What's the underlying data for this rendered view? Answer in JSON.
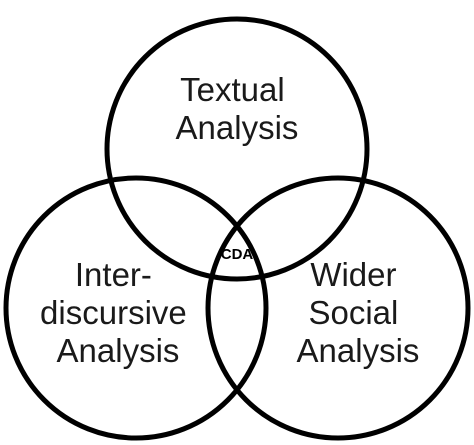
{
  "diagram": {
    "circles": [
      {
        "id": "top",
        "lines": [
          "Textual",
          "Analysis"
        ]
      },
      {
        "id": "left",
        "lines": [
          "Inter-",
          "discursive",
          "Analysis"
        ]
      },
      {
        "id": "right",
        "lines": [
          "Wider",
          "Social",
          "Analysis"
        ]
      }
    ],
    "center_label": "CDA",
    "stroke_color": "#000000",
    "background_color": "#ffffff"
  }
}
